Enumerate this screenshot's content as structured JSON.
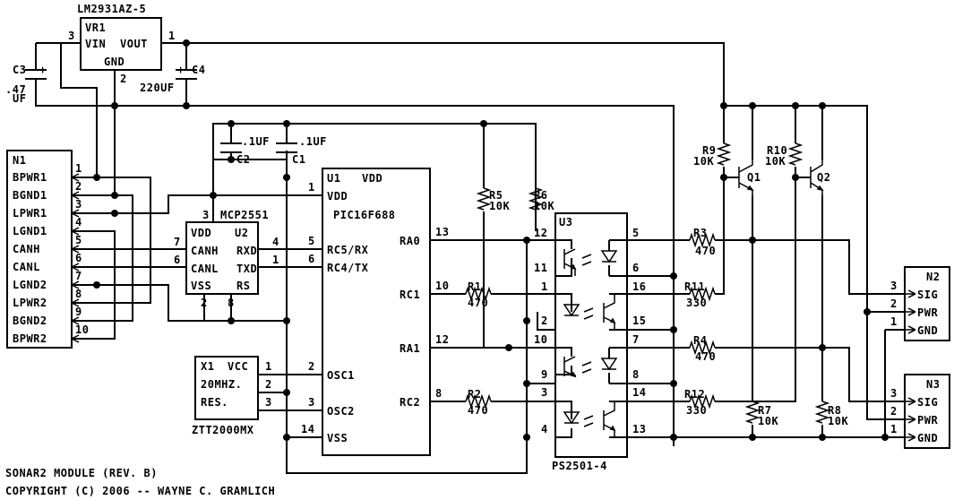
{
  "regulator": {
    "ref": "VR1",
    "part": "LM2931AZ-5",
    "vin": "VIN",
    "vout": "VOUT",
    "gnd": "GND",
    "pin_in": "3",
    "pin_out": "1",
    "pin_gnd": "2"
  },
  "caps": {
    "c3": {
      "ref": "C3",
      "value_a": ".47",
      "value_b": "UF",
      "plus": "+"
    },
    "c4": {
      "ref": "C4",
      "value": "220UF",
      "plus": "+"
    },
    "c2": {
      "ref": "C2",
      "value": ".1UF"
    },
    "c1": {
      "ref": "C1",
      "value": ".1UF"
    }
  },
  "n1": {
    "ref": "N1",
    "pins": [
      {
        "label": "BPWR1",
        "num": "1"
      },
      {
        "label": "BGND1",
        "num": "2"
      },
      {
        "label": "LPWR1",
        "num": "3"
      },
      {
        "label": "LGND1",
        "num": "4"
      },
      {
        "label": "CANH",
        "num": "5"
      },
      {
        "label": "CANL",
        "num": "6"
      },
      {
        "label": "LGND2",
        "num": "7"
      },
      {
        "label": "LPWR2",
        "num": "8"
      },
      {
        "label": "BGND2",
        "num": "9"
      },
      {
        "label": "BPWR2",
        "num": "10"
      }
    ]
  },
  "u2": {
    "ref": "U2",
    "part": "MCP2551",
    "vdd": "VDD",
    "canh": "CANH",
    "canl": "CANL",
    "rxd": "RXD",
    "txd": "TXD",
    "vss": "VSS",
    "rs": "RS",
    "pin_vdd": "3",
    "pin_canh": "7",
    "pin_canl": "6",
    "pin_rxd": "4",
    "pin_txd": "1",
    "pin_vss": "2",
    "pin_rs": "8"
  },
  "u1": {
    "ref": "U1",
    "vdd_title": "VDD",
    "part": "PIC16F688",
    "vdd": "VDD",
    "rc5": "RC5/RX",
    "rc4": "RC4/TX",
    "osc1": "OSC1",
    "osc2": "OSC2",
    "vss": "VSS",
    "ra0": "RA0",
    "rc1": "RC1",
    "ra1": "RA1",
    "rc2": "RC2",
    "pin_vdd": "1",
    "pin_rc5": "5",
    "pin_rc4": "6",
    "pin_osc1": "2",
    "pin_osc2": "3",
    "pin_vss": "14",
    "pin_ra0": "13",
    "pin_rc1": "10",
    "pin_ra1": "12",
    "pin_rc2": "8"
  },
  "x1": {
    "ref": "X1",
    "vcc": "VCC",
    "freq": "20MHZ.",
    "res": "RES.",
    "part": "ZTT2000MX",
    "pin1": "1",
    "pin2": "2",
    "pin3": "3"
  },
  "resistors": {
    "r5": {
      "ref": "R5",
      "value": "10K"
    },
    "r6": {
      "ref": "R6",
      "value": "10K"
    },
    "r1": {
      "ref": "R1",
      "value": "470"
    },
    "r2": {
      "ref": "R2",
      "value": "470"
    },
    "r3": {
      "ref": "R3",
      "value": "470"
    },
    "r4": {
      "ref": "R4",
      "value": "470"
    },
    "r11": {
      "ref": "R11",
      "value": "330"
    },
    "r12": {
      "ref": "R12",
      "value": "330"
    },
    "r9": {
      "ref": "R9",
      "value": "10K"
    },
    "r10": {
      "ref": "R10",
      "value": "10K"
    },
    "r7": {
      "ref": "R7",
      "value": "10K"
    },
    "r8": {
      "ref": "R8",
      "value": "10K"
    }
  },
  "u3": {
    "ref": "U3",
    "part": "PS2501-4",
    "pins": {
      "p1": "1",
      "p2": "2",
      "p3": "3",
      "p4": "4",
      "p5": "5",
      "p6": "6",
      "p7": "7",
      "p8": "8",
      "p9": "9",
      "p10": "10",
      "p11": "11",
      "p12": "12",
      "p13": "13",
      "p14": "14",
      "p15": "15",
      "p16": "16"
    }
  },
  "transistors": {
    "q1": "Q1",
    "q2": "Q2"
  },
  "n2": {
    "ref": "N2",
    "pins": [
      {
        "label": "SIG",
        "num": "3"
      },
      {
        "label": "PWR",
        "num": "2"
      },
      {
        "label": "GND",
        "num": "1"
      }
    ]
  },
  "n3": {
    "ref": "N3",
    "pins": [
      {
        "label": "SIG",
        "num": "3"
      },
      {
        "label": "PWR",
        "num": "2"
      },
      {
        "label": "GND",
        "num": "1"
      }
    ]
  },
  "footer": {
    "title": "SONAR2 MODULE (REV. B)",
    "copyright": "COPYRIGHT (C) 2006 -- WAYNE C. GRAMLICH"
  }
}
